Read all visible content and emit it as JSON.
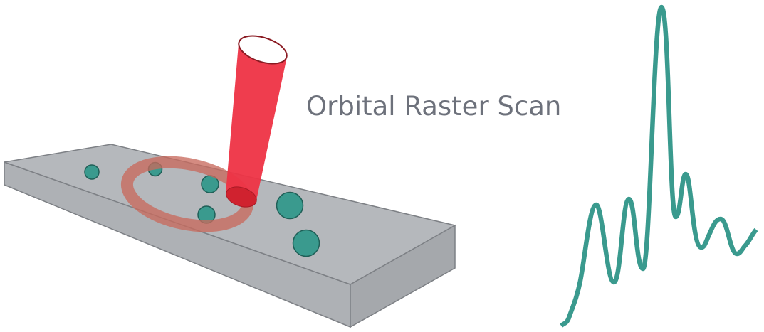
{
  "title": "Orbital Raster Scan",
  "colors": {
    "slab_top": "#b5b8bc",
    "slab_side": "#a9acb0",
    "slab_edge": "#7d8085",
    "particle": "#3a9a8e",
    "particle_edge": "#1f5f57",
    "beam": "#ee3344",
    "beam_edge": "#8a1a22",
    "orbit_ring": "#c86a5e",
    "spectrum": "#3a9a8e",
    "text": "#6d717b"
  },
  "icons": {
    "beam": "laser-beam-cylinder",
    "sample": "sample-slab",
    "orbit": "orbital-ring",
    "spectrum": "spectrum-trace"
  }
}
